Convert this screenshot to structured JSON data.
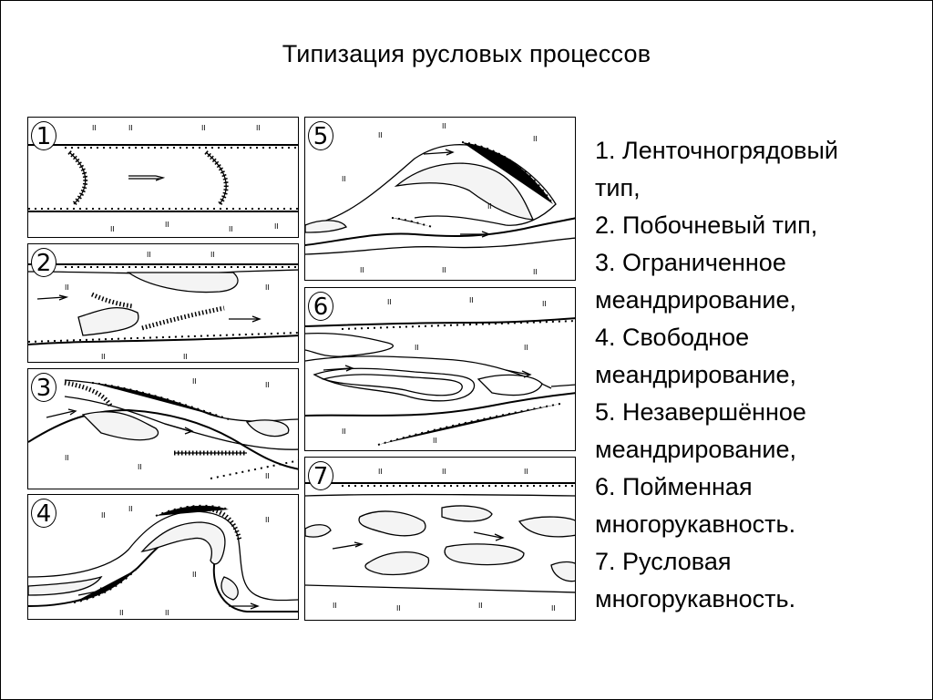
{
  "title": "Типизация русловых процессов",
  "figure": {
    "panels": [
      {
        "number": "1"
      },
      {
        "number": "2"
      },
      {
        "number": "3"
      },
      {
        "number": "4"
      },
      {
        "number": "5"
      },
      {
        "number": "6"
      },
      {
        "number": "7"
      }
    ]
  },
  "legend": {
    "lines": [
      "1. Ленточногрядовый",
      "тип,",
      "2.  Побочневый тип,",
      "3. Ограниченное",
      "меандрирование,",
      "4. Свободное",
      "меандрирование,",
      "5. Незавершённое",
      "меандрирование,",
      "6. Пойменная",
      "многорукавность.",
      "7. Русловая",
      "многорукавность."
    ]
  },
  "colors": {
    "line": "#000000",
    "background": "#ffffff"
  }
}
